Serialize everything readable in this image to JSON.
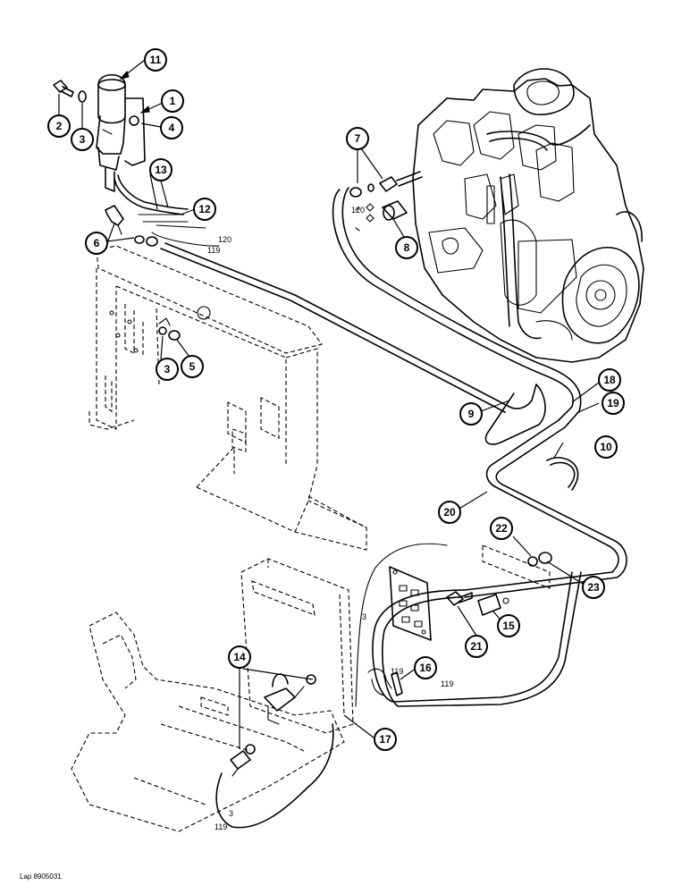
{
  "callouts": [
    {
      "n": "1"
    },
    {
      "n": "2"
    },
    {
      "n": "3"
    },
    {
      "n": "3"
    },
    {
      "n": "4"
    },
    {
      "n": "5"
    },
    {
      "n": "6"
    },
    {
      "n": "7"
    },
    {
      "n": "8"
    },
    {
      "n": "9"
    },
    {
      "n": "10"
    },
    {
      "n": "11"
    },
    {
      "n": "12"
    },
    {
      "n": "13"
    },
    {
      "n": "14"
    },
    {
      "n": "15"
    },
    {
      "n": "16"
    },
    {
      "n": "17"
    },
    {
      "n": "18"
    },
    {
      "n": "19"
    },
    {
      "n": "20"
    },
    {
      "n": "21"
    },
    {
      "n": "22"
    },
    {
      "n": "23"
    }
  ],
  "wire_labels": {
    "w120_top": "120",
    "w119_top": "119",
    "w120_engine": "120",
    "w3_panel": "3",
    "w119_bottom": "119",
    "w119_switch": "119",
    "w3_pedal": "3",
    "w119_pedal": "119"
  },
  "reference": "Lap 8905031"
}
